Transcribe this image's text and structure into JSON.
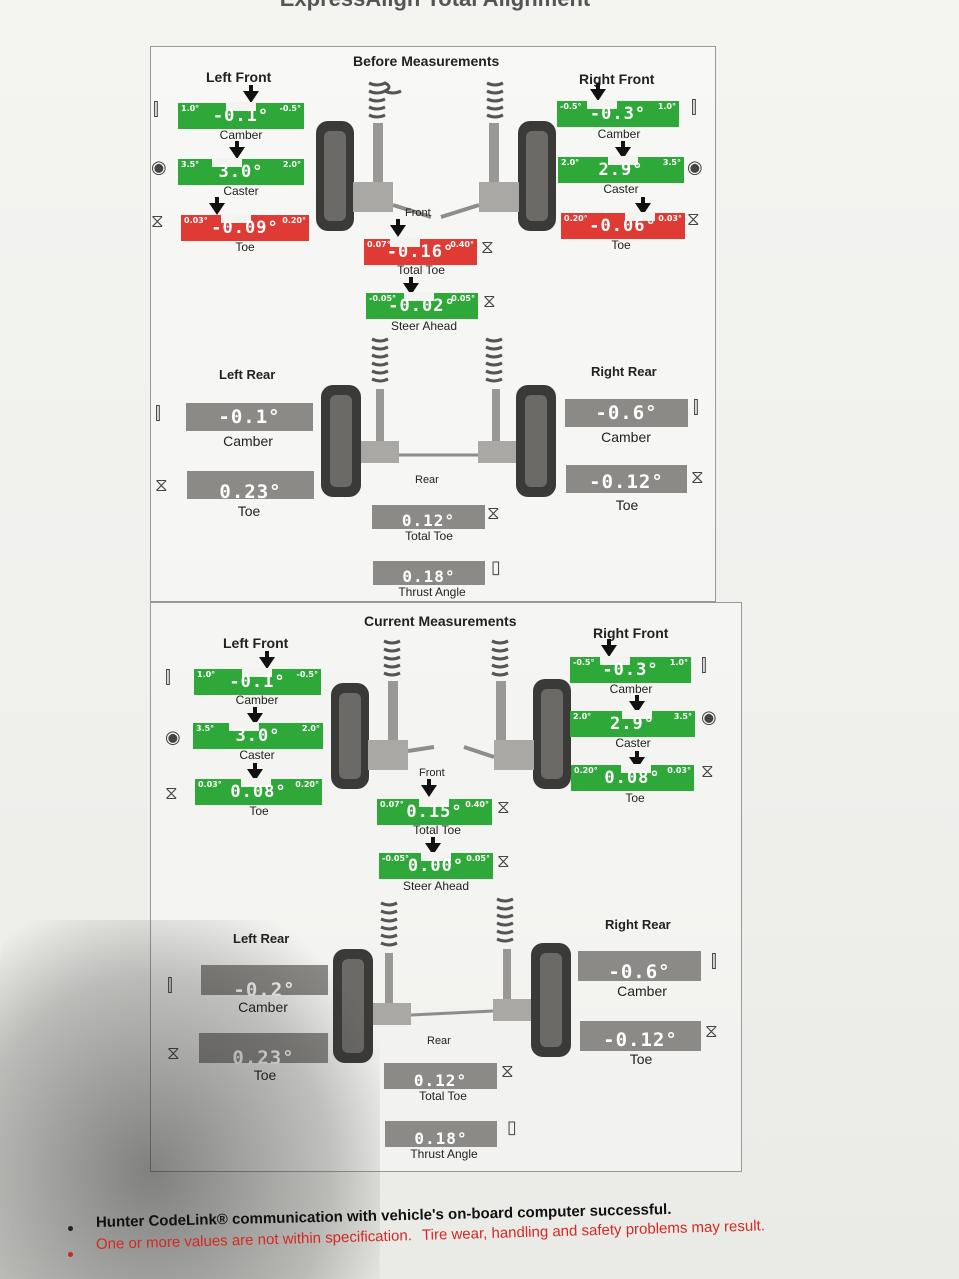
{
  "title": "ExpressAlign Total Alignment",
  "before": {
    "heading": "Before Measurements",
    "left_front": "Left Front",
    "right_front": "Right Front",
    "left_rear": "Left Rear",
    "right_rear": "Right Rear",
    "front": "Front",
    "rear": "Rear",
    "lf_camber": {
      "value": "-0.1°",
      "label": "Camber",
      "lo": "1.0°",
      "hi": "-0.5°"
    },
    "lf_caster": {
      "value": "3.0°",
      "label": "Caster",
      "lo": "3.5°",
      "hi": "2.0°"
    },
    "lf_toe": {
      "value": "-0.09°",
      "label": "Toe",
      "lo": "0.03°",
      "hi": "0.20°"
    },
    "rf_camber": {
      "value": "-0.3°",
      "label": "Camber",
      "lo": "-0.5°",
      "hi": "1.0°"
    },
    "rf_caster": {
      "value": "2.9°",
      "label": "Caster",
      "lo": "2.0°",
      "hi": "3.5°"
    },
    "rf_toe": {
      "value": "-0.06°",
      "label": "Toe",
      "lo": "0.20°",
      "hi": "0.03°"
    },
    "total_toe": {
      "value": "-0.16°",
      "label": "Total Toe",
      "lo": "0.07°",
      "hi": "0.40°"
    },
    "steer_ahead": {
      "value": "-0.02°",
      "label": "Steer Ahead",
      "lo": "-0.05°",
      "hi": "0.05°"
    },
    "lr_camber": {
      "value": "-0.1°",
      "label": "Camber"
    },
    "lr_toe": {
      "value": "0.23°",
      "label": "Toe"
    },
    "rr_camber": {
      "value": "-0.6°",
      "label": "Camber"
    },
    "rr_toe": {
      "value": "-0.12°",
      "label": "Toe"
    },
    "rear_total_toe": {
      "value": "0.12°",
      "label": "Total Toe"
    },
    "thrust_angle": {
      "value": "0.18°",
      "label": "Thrust Angle"
    }
  },
  "current": {
    "heading": "Current Measurements",
    "left_front": "Left Front",
    "right_front": "Right Front",
    "left_rear": "Left Rear",
    "right_rear": "Right Rear",
    "front": "Front",
    "rear": "Rear",
    "lf_camber": {
      "value": "-0.1°",
      "label": "Camber",
      "lo": "1.0°",
      "hi": "-0.5°"
    },
    "lf_caster": {
      "value": "3.0°",
      "label": "Caster",
      "lo": "3.5°",
      "hi": "2.0°"
    },
    "lf_toe": {
      "value": "0.08°",
      "label": "Toe",
      "lo": "0.03°",
      "hi": "0.20°"
    },
    "rf_camber": {
      "value": "-0.3°",
      "label": "Camber",
      "lo": "-0.5°",
      "hi": "1.0°"
    },
    "rf_caster": {
      "value": "2.9°",
      "label": "Caster",
      "lo": "2.0°",
      "hi": "3.5°"
    },
    "rf_toe": {
      "value": "0.08°",
      "label": "Toe",
      "lo": "0.20°",
      "hi": "0.03°"
    },
    "total_toe": {
      "value": "0.15°",
      "label": "Total Toe",
      "lo": "0.07°",
      "hi": "0.40°"
    },
    "steer_ahead": {
      "value": "0.00°",
      "label": "Steer Ahead",
      "lo": "-0.05°",
      "hi": "0.05°"
    },
    "lr_camber": {
      "value": "-0.2°",
      "label": "Camber"
    },
    "lr_toe": {
      "value": "0.23°",
      "label": "Toe"
    },
    "rr_camber": {
      "value": "-0.6°",
      "label": "Camber"
    },
    "rr_toe": {
      "value": "-0.12°",
      "label": "Toe"
    },
    "rear_total_toe": {
      "value": "0.12°",
      "label": "Total Toe"
    },
    "thrust_angle": {
      "value": "0.18°",
      "label": "Thrust Angle"
    }
  },
  "notes": {
    "line1": "Hunter CodeLink® communication with vehicle's on-board computer successful.",
    "line2a": "One or more values are not within specification.",
    "line2b": "Tire wear, handling and safety problems may result."
  },
  "colors": {
    "in_spec": "#2fa83a",
    "out_of_spec": "#e03a35",
    "no_spec": "#8c8a86",
    "warning_text": "#d42a22"
  }
}
